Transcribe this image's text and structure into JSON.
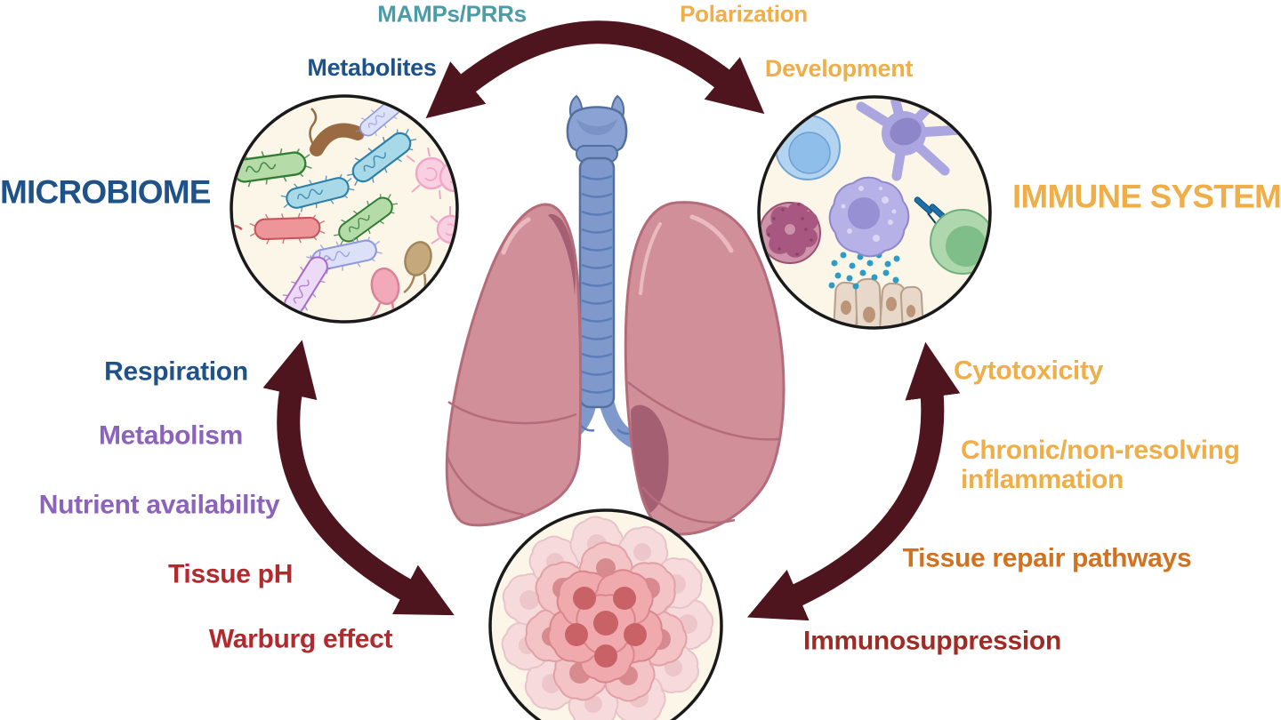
{
  "figure": {
    "type": "cycle-diagram",
    "background": "#FFFFFF",
    "arrow_color": "#4F151E",
    "nodes": {
      "microbiome": {
        "title": "MICROBIOME",
        "color": "#1E5289",
        "illustration": "bacteria-circle"
      },
      "immune_system": {
        "title": "IMMUNE SYSTEM",
        "color": "#F0AE49",
        "illustration": "immune-cells-circle"
      },
      "tumor": {
        "illustration": "tumor-cells-circle"
      },
      "center": {
        "illustration": "lungs-and-trachea"
      }
    },
    "labels": {
      "mamps_prrs": {
        "text": "MAMPs/PRRs",
        "color": "#4A9DA6"
      },
      "metabolites": {
        "text": "Metabolites",
        "color": "#1E5289"
      },
      "polarization": {
        "text": "Polarization",
        "color": "#F0AE49"
      },
      "development": {
        "text": "Development",
        "color": "#F0AE49"
      },
      "respiration": {
        "text": "Respiration",
        "color": "#1E5289"
      },
      "metabolism": {
        "text": "Metabolism",
        "color": "#8B63BA"
      },
      "nutrient_availability": {
        "text": "Nutrient availability",
        "color": "#8B63BA"
      },
      "tissue_ph": {
        "text": "Tissue pH",
        "color": "#B2292E"
      },
      "warburg_effect": {
        "text": "Warburg effect",
        "color": "#B2292E"
      },
      "cytotoxicity": {
        "text": "Cytotoxicity",
        "color": "#F0AE49"
      },
      "chronic_inflammation": {
        "text": "Chronic/non-resolving inflammation",
        "color": "#F0AE49"
      },
      "tissue_repair": {
        "text": "Tissue repair pathways",
        "color": "#D2711F"
      },
      "immunosuppression": {
        "text": "Immunosuppression",
        "color": "#9E2B26"
      }
    },
    "palette": {
      "circle_fill": "#FBF6E8",
      "circle_border": "#1A1A1A",
      "lung_fill": "#D18F9A",
      "lung_outline": "#B56C7A",
      "trachea_fill": "#7F99CC"
    }
  }
}
